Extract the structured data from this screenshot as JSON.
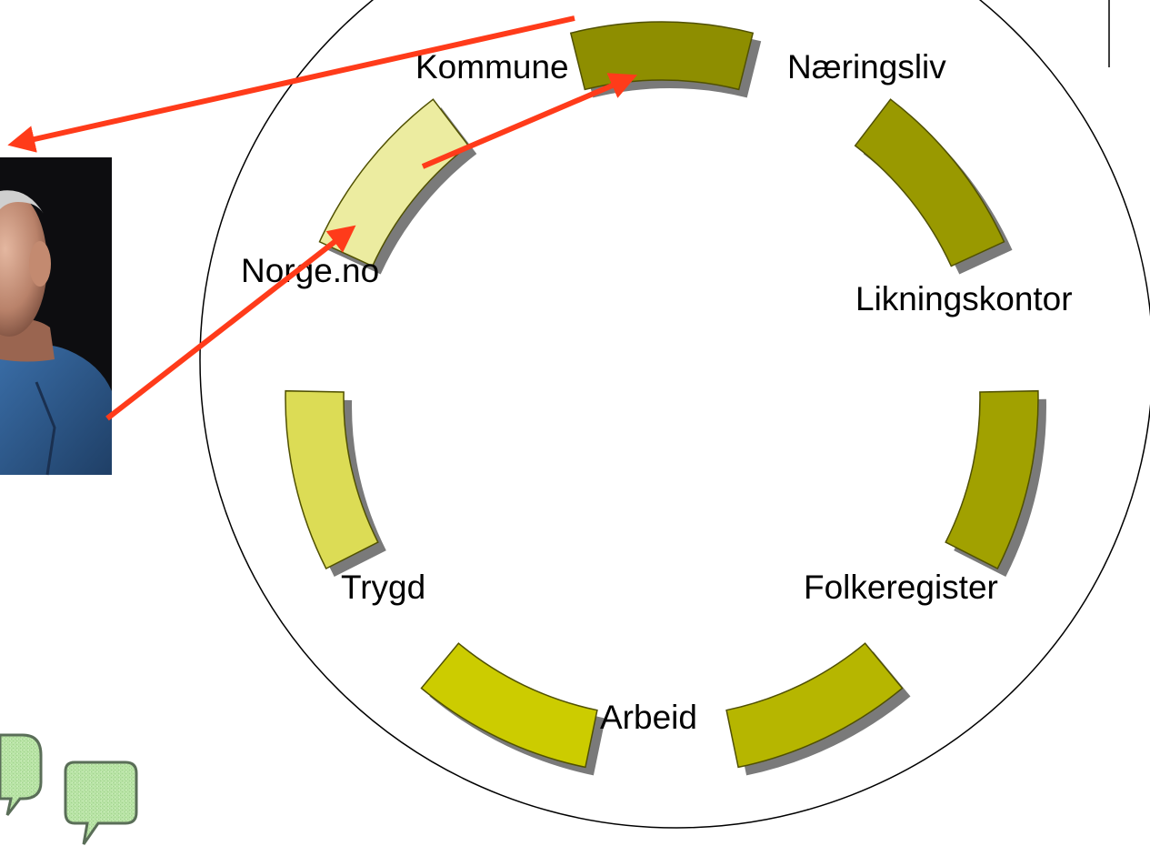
{
  "diagram": {
    "services": [
      {
        "id": "kommune",
        "label": "Kommune",
        "color": "#8e8e00"
      },
      {
        "id": "naeringsliv",
        "label": "Næringsliv",
        "color": "#999900"
      },
      {
        "id": "likningskontor",
        "label": "Likningskontor",
        "color": "#a1a100"
      },
      {
        "id": "folkeregister",
        "label": "Folkeregister",
        "color": "#b6b600"
      },
      {
        "id": "arbeid",
        "label": "Arbeid",
        "color": "#cccc00"
      },
      {
        "id": "trygd",
        "label": "Trygd",
        "color": "#dcdc55"
      },
      {
        "id": "norge-no",
        "label": "Norge.no",
        "color": "#ececa0"
      }
    ],
    "flow": [
      {
        "from": "person-photo",
        "to": "norge-no"
      },
      {
        "from": "norge-no",
        "to": "kommune"
      },
      {
        "from": "kommune",
        "to": "person-photo"
      }
    ],
    "colors": {
      "arrow": "#ff3b1a",
      "segment_stroke": "#505000",
      "segment_shadow": "#7a7a7a",
      "circle_stroke": "#000000",
      "photo_background": "#0d0d10",
      "shirt": "#2f5f96",
      "speech_bubble": "#b7e3a4",
      "speech_bubble_outline": "#5a6e58"
    }
  }
}
